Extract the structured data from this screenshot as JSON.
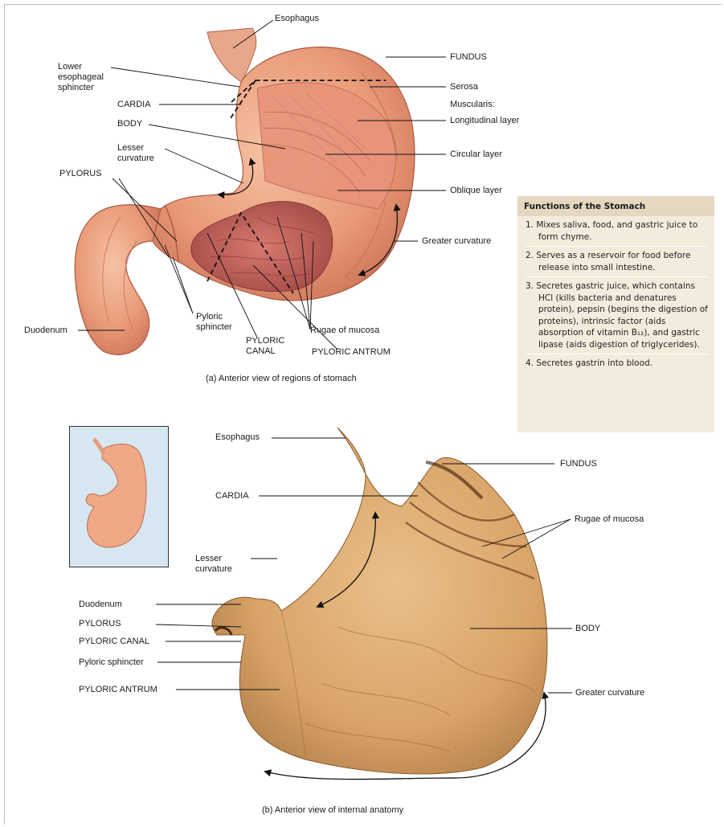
{
  "diagram_a": {
    "labels": {
      "esophagus": "Esophagus",
      "lower_esophageal_sphincter": "Lower esophageal sphincter",
      "cardia": "CARDIA",
      "body": "BODY",
      "lesser_curvature": "Lesser curvature",
      "pylorus": "PYLORUS",
      "duodenum": "Duodenum",
      "pyloric_sphincter": "Pyloric sphincter",
      "pyloric_canal": "PYLORIC CANAL",
      "pyloric_antrum": "PYLORIC ANTRUM",
      "rugae_of_mucosa": "Rugae of mucosa",
      "fundus": "FUNDUS",
      "serosa": "Serosa",
      "muscularis": "Muscularis:",
      "longitudinal_layer": "Longitudinal layer",
      "circular_layer": "Circular layer",
      "oblique_layer": "Oblique layer",
      "greater_curvature": "Greater curvature"
    },
    "caption": "(a) Anterior view of regions of stomach"
  },
  "diagram_b": {
    "labels": {
      "esophagus": "Esophagus",
      "cardia": "CARDIA",
      "lesser_curvature": "Lesser curvature",
      "duodenum": "Duodenum",
      "pylorus": "PYLORUS",
      "pyloric_canal": "PYLORIC CANAL",
      "pyloric_sphincter": "Pyloric sphincter",
      "pyloric_antrum": "PYLORIC ANTRUM",
      "fundus": "FUNDUS",
      "rugae_of_mucosa": "Rugae of mucosa",
      "body": "BODY",
      "greater_curvature": "Greater curvature"
    },
    "caption": "(b) Anterior view of internal anatomy"
  },
  "sidebar": {
    "title": "Functions of the Stomach",
    "items": [
      {
        "num": "1.",
        "text": "Mixes saliva, food, and gastric juice to form chyme."
      },
      {
        "num": "2.",
        "text": "Serves as a reservoir for food before release into small intestine."
      },
      {
        "num": "3.",
        "text": "Secretes gastric juice, which contains HCl (kills bacteria and denatures protein), pepsin (begins the digestion of proteins), intrinsic factor (aids absorption of vitamin B₁₂), and gastric lipase (aids digestion of triglycerides)."
      },
      {
        "num": "4.",
        "text": "Secretes gastrin into blood."
      }
    ]
  }
}
